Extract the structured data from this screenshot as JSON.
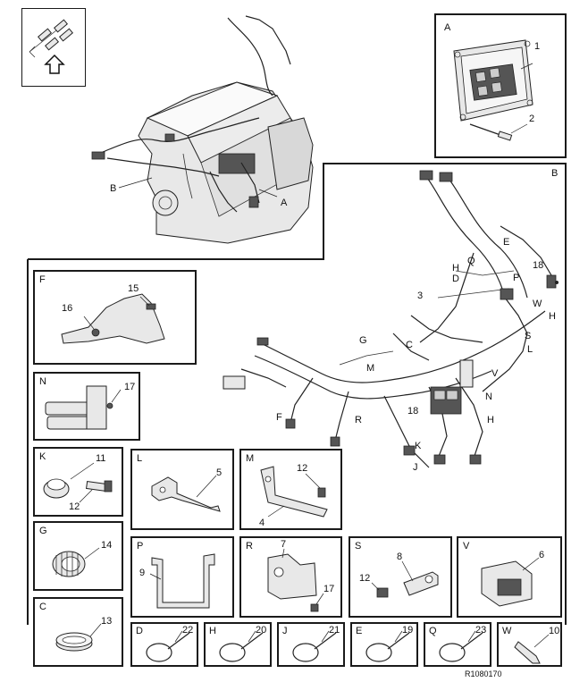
{
  "reference_code": "R1080170",
  "overview": {
    "labels": {
      "a": "A",
      "b": "B"
    }
  },
  "panel_a": {
    "letter": "A",
    "callouts": [
      "1",
      "2"
    ]
  },
  "panel_b": {
    "letter": "B",
    "callouts": [
      "E",
      "Q",
      "18",
      "H",
      "D",
      "P",
      "3",
      "W",
      "H",
      "S",
      "L",
      "G",
      "C",
      "M",
      "V",
      "N",
      "F",
      "R",
      "18",
      "H",
      "K",
      "J"
    ]
  },
  "details": [
    {
      "id": "F",
      "letter": "F",
      "callouts": [
        "15",
        "16"
      ]
    },
    {
      "id": "N",
      "letter": "N",
      "callouts": [
        "17"
      ]
    },
    {
      "id": "K",
      "letter": "K",
      "callouts": [
        "11",
        "12"
      ]
    },
    {
      "id": "L",
      "letter": "L",
      "callouts": [
        "5"
      ]
    },
    {
      "id": "M",
      "letter": "M",
      "callouts": [
        "12",
        "4"
      ]
    },
    {
      "id": "G",
      "letter": "G",
      "callouts": [
        "14"
      ]
    },
    {
      "id": "P",
      "letter": "P",
      "callouts": [
        "9"
      ]
    },
    {
      "id": "R",
      "letter": "R",
      "callouts": [
        "7",
        "17"
      ]
    },
    {
      "id": "S",
      "letter": "S",
      "callouts": [
        "8",
        "12"
      ]
    },
    {
      "id": "V",
      "letter": "V",
      "callouts": [
        "6"
      ]
    },
    {
      "id": "C",
      "letter": "C",
      "callouts": [
        "13"
      ]
    },
    {
      "id": "D",
      "letter": "D",
      "callouts": [
        "22"
      ]
    },
    {
      "id": "H",
      "letter": "H",
      "callouts": [
        "20"
      ]
    },
    {
      "id": "J",
      "letter": "J",
      "callouts": [
        "21"
      ]
    },
    {
      "id": "E",
      "letter": "E",
      "callouts": [
        "19"
      ]
    },
    {
      "id": "Q",
      "letter": "Q",
      "callouts": [
        "23"
      ]
    },
    {
      "id": "W",
      "letter": "W",
      "callouts": [
        "10"
      ]
    }
  ]
}
